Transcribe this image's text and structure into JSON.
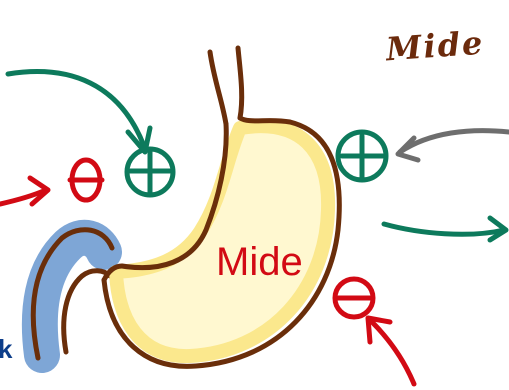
{
  "labels": {
    "top_right": "Mide",
    "center": "Mide",
    "left_edge": "k"
  },
  "colors": {
    "stomach_outline": "#6a2e0a",
    "stomach_fill": "#fbe88d",
    "duodenum": "#7ea6d6",
    "stimulate": "#0d7a5c",
    "inhibit": "#d20a14",
    "neutral_arrow": "#6e6e6e",
    "label_brown": "#6b2a0c",
    "label_blue": "#0d3e8a"
  },
  "symbols": {
    "plus": "plus-circle-icon",
    "minus": "minus-circle-icon",
    "theta": "theta-symbol"
  }
}
